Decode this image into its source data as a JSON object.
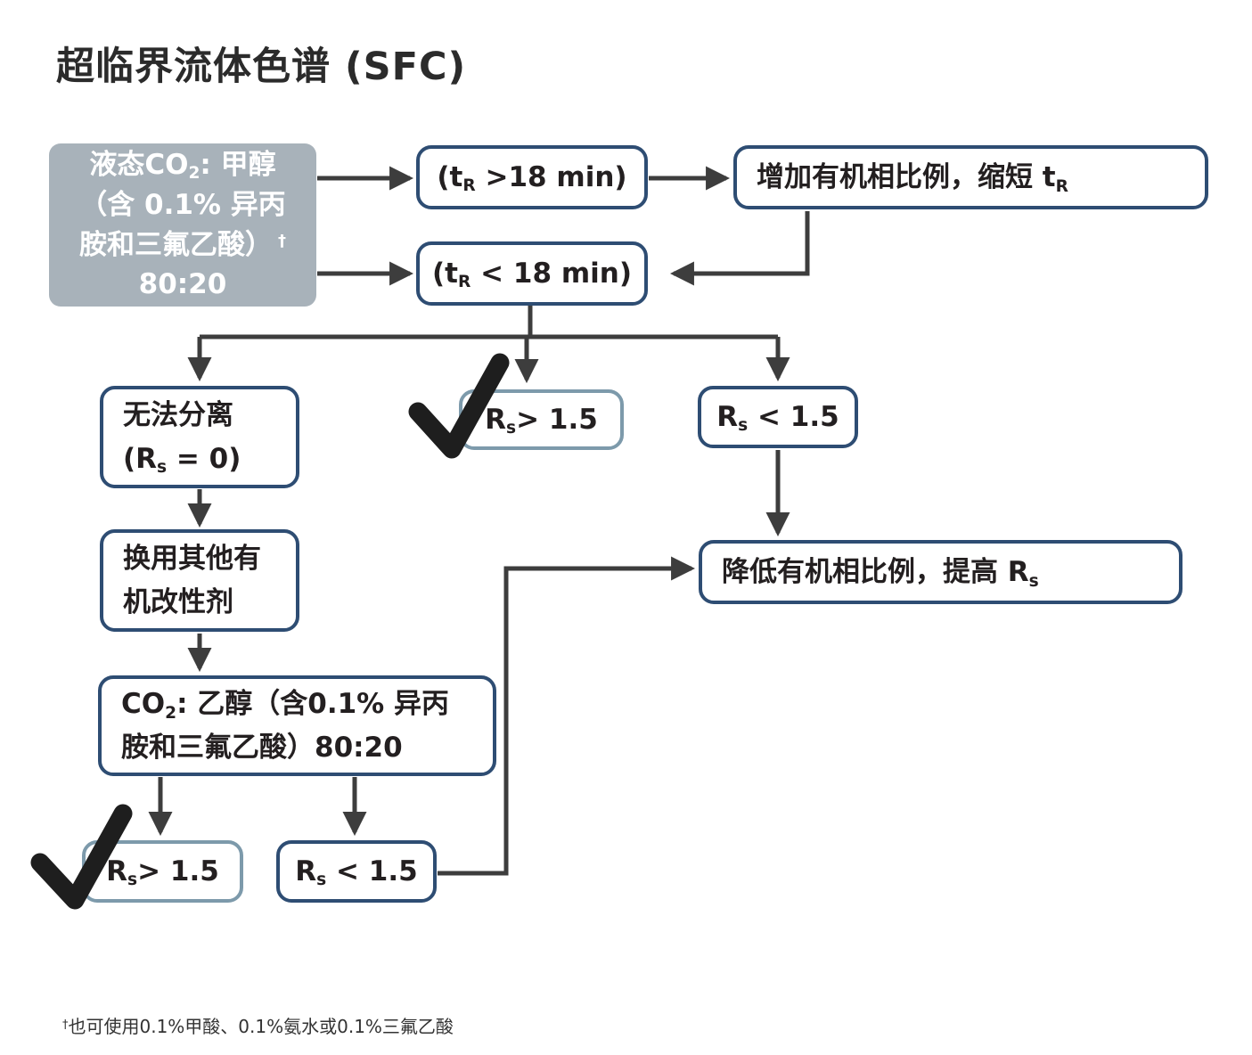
{
  "title": "超临界流体色谱 (SFC)",
  "start_box": {
    "line1_pre": "液态CO",
    "line1_sub": "2",
    "line1_post": ": 甲醇",
    "line2": "（含 0.1% 异丙",
    "line3": "胺和三氟乙酸）",
    "line3_sup": "†",
    "line4": "80:20"
  },
  "tr_gt18": {
    "pre": "(t",
    "sub": "R",
    "post": " >18 min)"
  },
  "increase_organic": {
    "pre": "增加有机相比例，缩短 t",
    "sub": "R"
  },
  "tr_lt18": {
    "pre": "(t",
    "sub": "R",
    "post": " < 18 min)"
  },
  "no_separation": {
    "line1": "无法分离",
    "line2_pre": "(R",
    "line2_sub": "s",
    "line2_post": " = 0)"
  },
  "rs_gt15_mid": {
    "pre": "R",
    "sub": "s",
    "post": "> 1.5"
  },
  "rs_lt15_right": {
    "pre": "R",
    "sub": "s",
    "post": " < 1.5"
  },
  "change_modifier": {
    "line1": "换用其他有",
    "line2": "机改性剂"
  },
  "co2_ethanol": {
    "line1_pre": "CO",
    "line1_sub": "2",
    "line1_post": ": 乙醇（含0.1% 异丙",
    "line2": "胺和三氟乙酸）80:20"
  },
  "rs_gt15_bottom": {
    "pre": "R",
    "sub": "s",
    "post": "> 1.5"
  },
  "rs_lt15_bottom": {
    "pre": "R",
    "sub": "s",
    "post": " < 1.5"
  },
  "reduce_organic": {
    "pre": "降低有机相比例，提高 R",
    "sub": "s"
  },
  "footnote": {
    "sup": "†",
    "text": "也可使用0.1%甲酸、0.1%氨水或0.1%三氟乙酸"
  },
  "icons": {
    "check": "check-icon"
  },
  "colors": {
    "border_dark": "#2e4d73",
    "border_light": "#7d9aab",
    "gray_box_bg": "#a8b2ba",
    "arrow": "#3d3d3d",
    "check": "#1e1e1e",
    "text": "#231f20",
    "background": "#ffffff"
  }
}
